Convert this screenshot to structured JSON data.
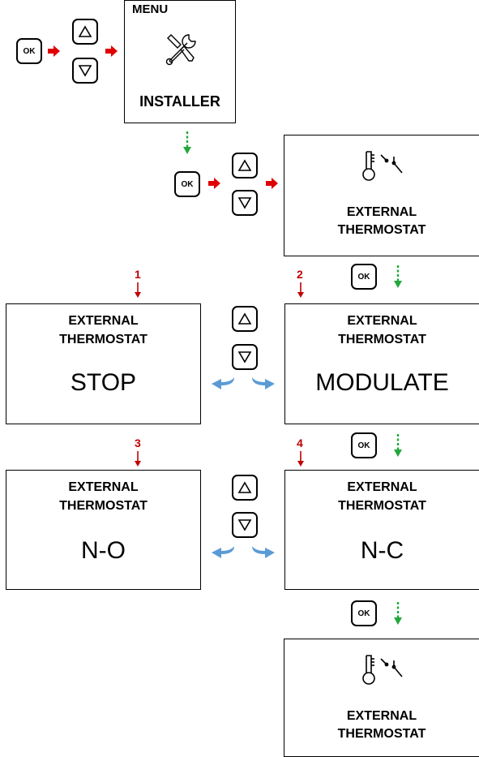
{
  "buttons": {
    "ok_label": "OK"
  },
  "menu_screen": {
    "title": "MENU",
    "label": "INSTALLER",
    "icon": "wrench-screwdriver-icon"
  },
  "thermostat_icon": "thermostat-switch-icon",
  "ext_title_1": "EXTERNAL",
  "ext_title_2": "THERMOSTAT",
  "options": {
    "stop": {
      "num": "1",
      "value": "STOP"
    },
    "modulate": {
      "num": "2",
      "value": "MODULATE"
    },
    "no": {
      "num": "3",
      "value": "N-O"
    },
    "nc": {
      "num": "4",
      "value": "N-C"
    }
  },
  "colors": {
    "red_arrow": "#e00000",
    "green_arrow": "#22a83a",
    "blue_arrow": "#5b9bd5",
    "number_red": "#c00000"
  }
}
